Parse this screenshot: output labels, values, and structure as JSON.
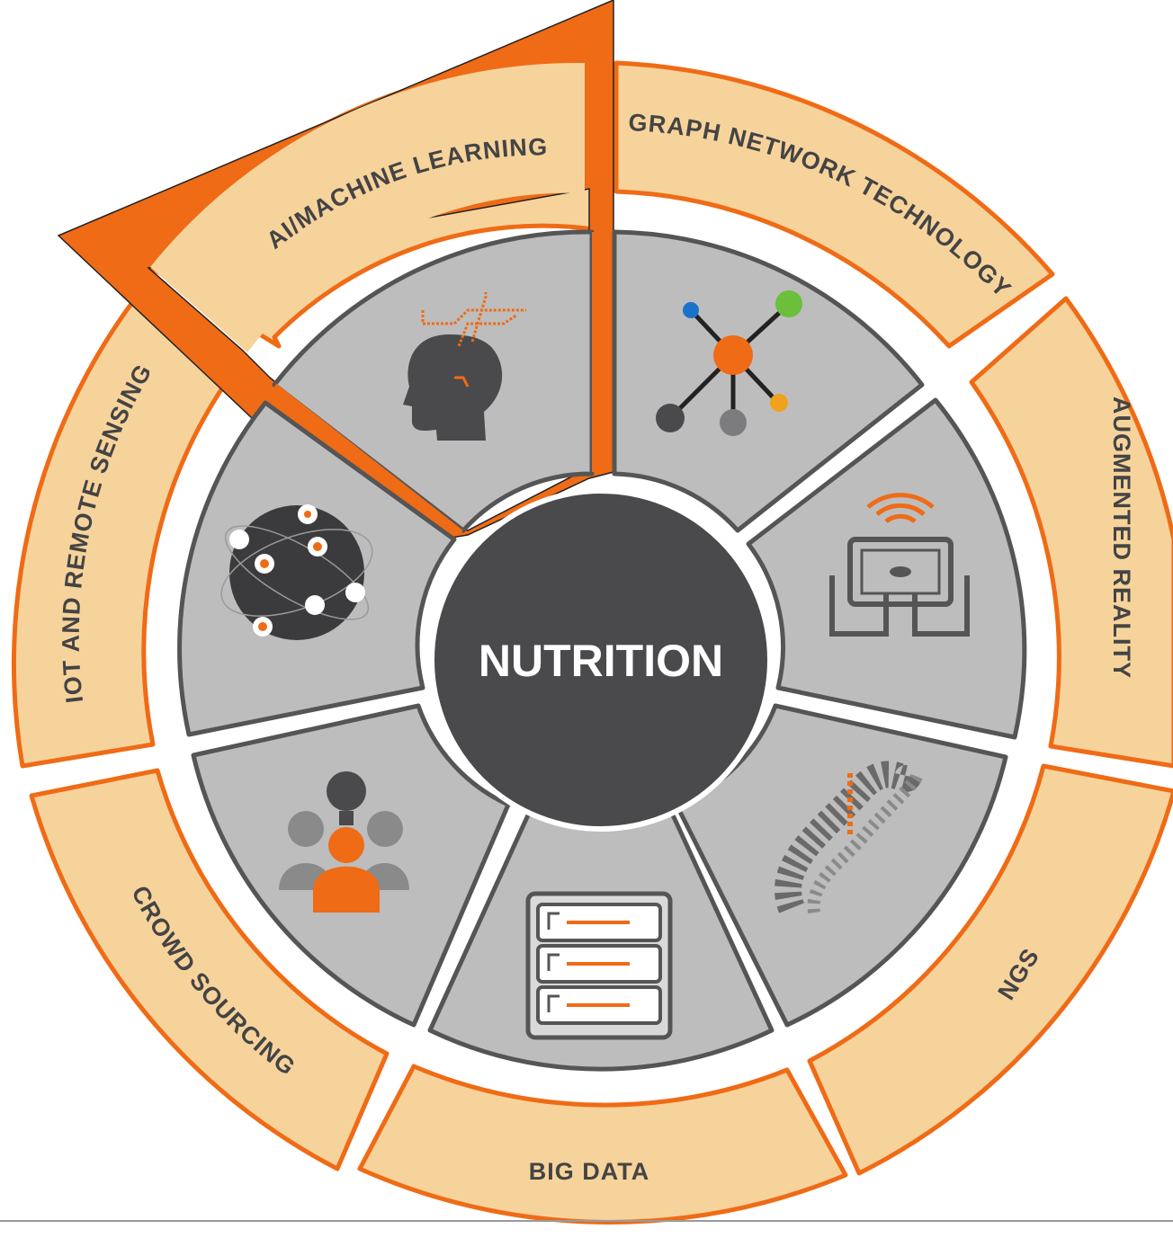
{
  "center": {
    "label": "NUTRITION"
  },
  "segments": [
    {
      "id": "ai",
      "label": "AI/MACHINE LEARNING",
      "icon": "ai-head-icon",
      "highlighted": true
    },
    {
      "id": "graph",
      "label": "GRAPH NETWORK TECHNOLOGY",
      "icon": "network-graph-icon"
    },
    {
      "id": "ar",
      "label": "AUGMENTED REALITY",
      "icon": "ar-tablet-icon"
    },
    {
      "id": "ngs",
      "label": "NGS",
      "icon": "dna-icon"
    },
    {
      "id": "bigdata",
      "label": "BIG DATA",
      "icon": "server-stack-icon"
    },
    {
      "id": "crowd",
      "label": "CROWD SOURCING",
      "icon": "crowd-people-icon"
    },
    {
      "id": "iot",
      "label": "IOT AND REMOTE SENSING",
      "icon": "iot-globe-icon"
    }
  ],
  "colors": {
    "accent": "#ef6b16",
    "outer_ring_fill": "#f7d39c",
    "inner_segment_fill": "#bdbdbd",
    "center_fill": "#4a4a4c",
    "text": "#444444"
  }
}
